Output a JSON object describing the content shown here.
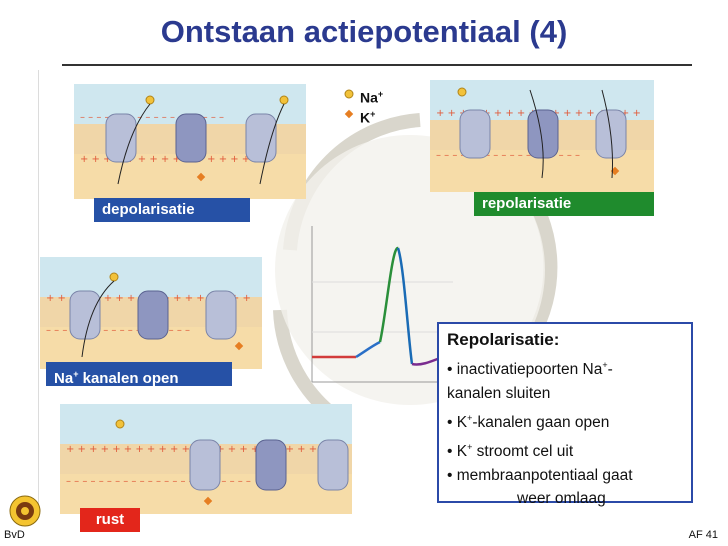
{
  "title": "Ontstaan actiepotentiaal (4)",
  "legend": {
    "na": "Na",
    "na_sup": "+",
    "k": "K",
    "k_sup": "+"
  },
  "labels": {
    "depolarisatie": "depolarisatie",
    "repolarisatie": "repolarisatie",
    "na_open_prefix": "Na",
    "na_open_sup": "+",
    "na_open_suffix": " kanalen open",
    "rust": "rust"
  },
  "info": {
    "heading": "Repolarisatie:",
    "bullet1_a": "inactivatiepoorten Na",
    "bullet1_sup": "+",
    "bullet1_b": "-",
    "bullet1_line2": "kanalen sluiten",
    "bullet2_a": "K",
    "bullet2_sup": "+",
    "bullet2_b": "-kanalen gaan open",
    "bullet3_a": "K",
    "bullet3_sup": "+",
    "bullet3_b": " stroomt cel uit",
    "bullet4_line1": "membraanpotentiaal gaat",
    "bullet4_line2": "weer omlaag"
  },
  "footer": {
    "left": "BvD",
    "right": "AF  41"
  },
  "colors": {
    "title": "#2b3a8f",
    "blue_label": "#2651a6",
    "green_label": "#1f8b2d",
    "red_label": "#e3261b",
    "membrane_top": "#cfe7ef",
    "membrane_bottom": "#f6d9a6",
    "membrane_band": "#f1cfa0"
  }
}
